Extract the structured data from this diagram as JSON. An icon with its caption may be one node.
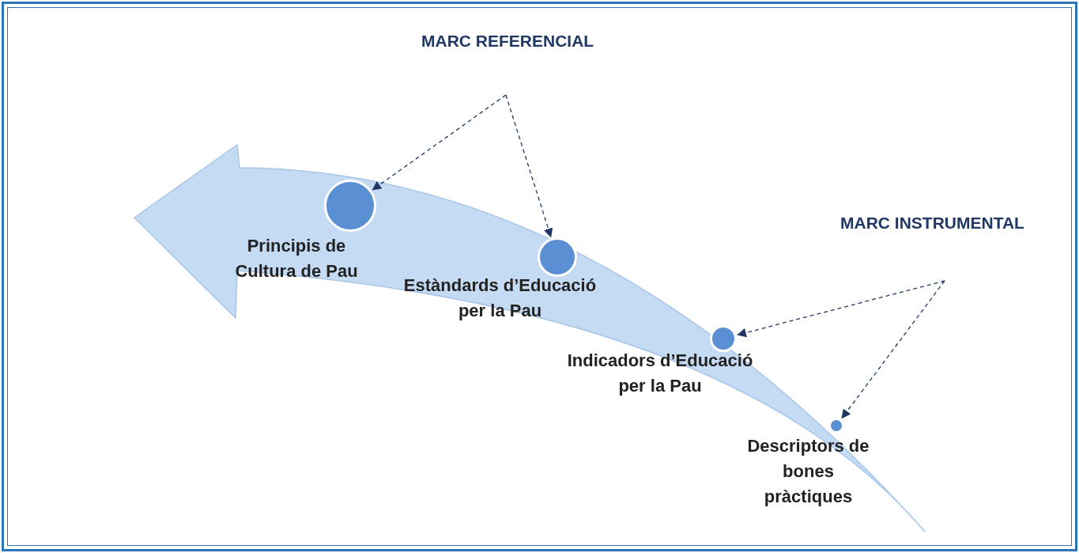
{
  "diagram": {
    "nodes": [
      {
        "text": [
          "MARC REFERENCIAL"
        ]
      },
      {
        "text": [
          "MARC INSTRUMENTAL"
        ]
      },
      {
        "text": [
          "Principis de Cultura de Pau",
          "Estàndards d’Educació per la Pau",
          "Indicadors d’Educació per la Pau",
          "Descriptors de bones pràctiques"
        ]
      },
      {
        "text": [],
        "shape": "circle",
        "in": 2
      },
      {
        "text": [],
        "shape": "circle",
        "in": 2
      },
      {
        "text": [],
        "shape": "circle",
        "in": 2
      },
      {
        "text": [],
        "shape": "circle",
        "in": 2
      }
    ],
    "edges": [
      {
        "from": 0,
        "to": 3,
        "arrow": "to",
        "style": "dashed"
      },
      {
        "from": 0,
        "to": 4,
        "arrow": "to",
        "style": "dashed"
      },
      {
        "from": 1,
        "to": 5,
        "arrow": "to",
        "style": "dashed"
      },
      {
        "from": 1,
        "to": 6,
        "arrow": "to",
        "style": "dashed"
      }
    ]
  }
}
